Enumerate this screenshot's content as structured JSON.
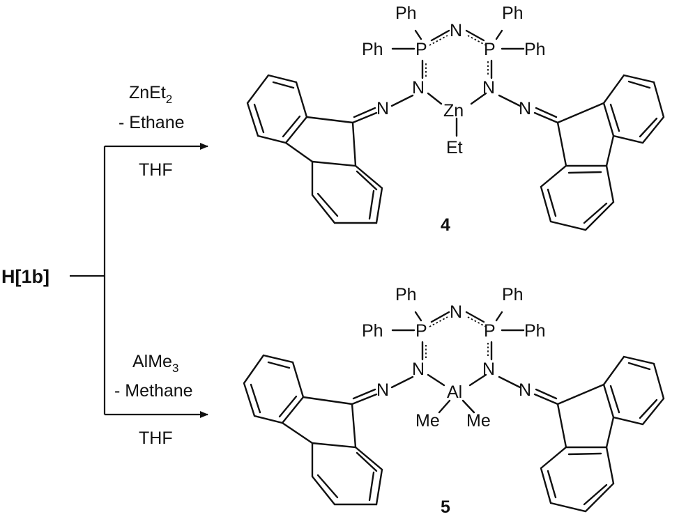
{
  "starting_material": "H[1b]",
  "reaction_top": {
    "reagent": "ZnEt",
    "reagent_sub": "2",
    "byproduct": "- Ethane",
    "solvent": "THF"
  },
  "reaction_bottom": {
    "reagent": "AlMe",
    "reagent_sub": "3",
    "byproduct": "- Methane",
    "solvent": "THF"
  },
  "product_top": {
    "number": "4",
    "atoms": {
      "ph_a": "Ph",
      "ph_b": "Ph",
      "ph_c": "Ph",
      "ph_d": "Ph",
      "p_left": "P",
      "p_right": "P",
      "n_bridge": "N",
      "n_left": "N",
      "n_right": "N",
      "metal": "Zn",
      "metal_sub": "Et",
      "n_imine_left": "N",
      "n_imine_right": "N"
    }
  },
  "product_bottom": {
    "number": "5",
    "atoms": {
      "ph_a": "Ph",
      "ph_b": "Ph",
      "ph_c": "Ph",
      "ph_d": "Ph",
      "p_left": "P",
      "p_right": "P",
      "n_bridge": "N",
      "n_left": "N",
      "n_right": "N",
      "metal": "Al",
      "metal_sub_left": "Me",
      "metal_sub_right": "Me",
      "n_imine_left": "N",
      "n_imine_right": "N"
    }
  }
}
